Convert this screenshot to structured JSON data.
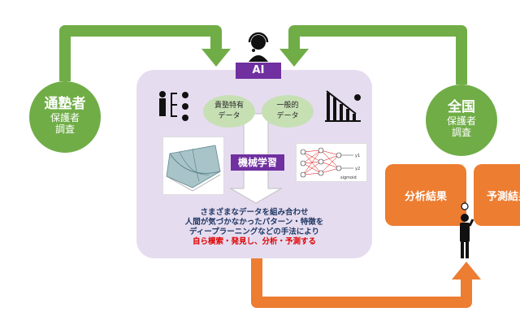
{
  "ai_label": "AI",
  "left_circle": {
    "title": "通塾者",
    "line1": "保護者",
    "line2": "調査"
  },
  "right_circle": {
    "title": "全国",
    "line1": "保護者",
    "line2": "調査"
  },
  "data_left": {
    "line1": "貴塾特有",
    "line2": "データ"
  },
  "data_right": {
    "line1": "一般的",
    "line2": "データ"
  },
  "ml_label": "機械学習",
  "description": {
    "line1": "さまざまなデータを組み合わせ",
    "line2": "人間が気づかなかったパターン・特徴を",
    "line3": "ディープラーニングなどの手法により",
    "line4": "自ら模索・発見し、分析・予測する"
  },
  "results": {
    "analysis": "分析結果",
    "prediction": "予測結果"
  },
  "nn_labels": {
    "sigmoid": "sigmoid",
    "y1": "y1",
    "y2": "y2"
  },
  "colors": {
    "green": "#70ad47",
    "orange": "#ed7d31",
    "purple": "#7030a0",
    "panel": "#e6dcef",
    "red_text": "#e00000"
  }
}
